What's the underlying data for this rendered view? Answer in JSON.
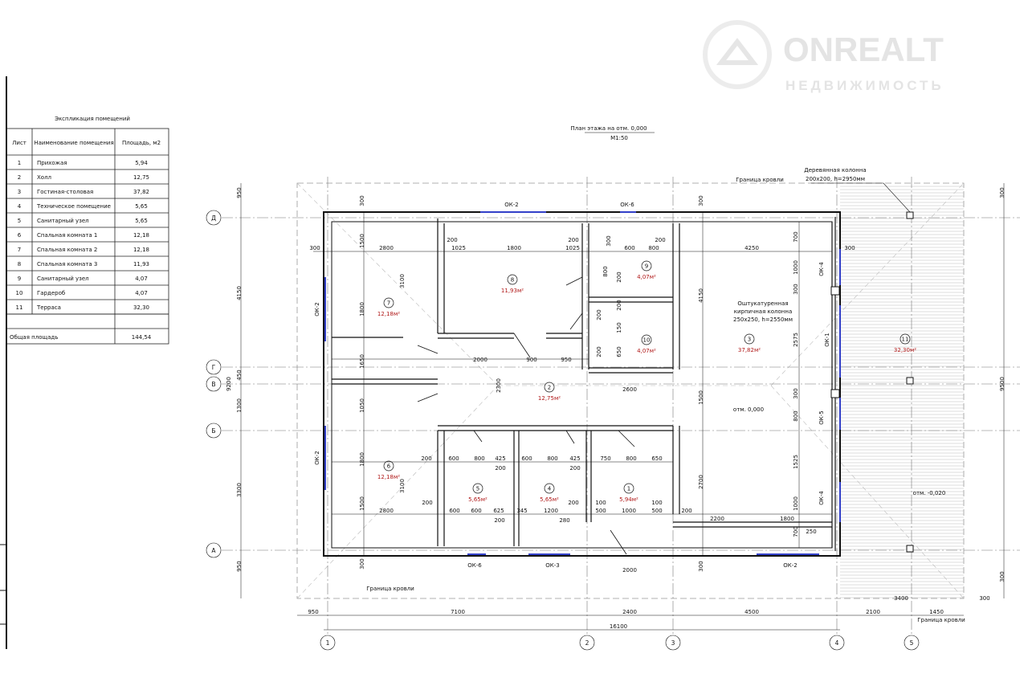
{
  "table": {
    "title": "Экспликация помещений",
    "headers": [
      "Лист",
      "Наименование помещения",
      "Площадь, м2"
    ],
    "rows": [
      [
        "1",
        "Прихожая",
        "5,94"
      ],
      [
        "2",
        "Холл",
        "12,75"
      ],
      [
        "3",
        "Гостиная-столовая",
        "37,82"
      ],
      [
        "4",
        "Техническое помещение",
        "5,65"
      ],
      [
        "5",
        "Санитарный узел",
        "5,65"
      ],
      [
        "6",
        "Спальная комната 1",
        "12,18"
      ],
      [
        "7",
        "Спальная комната 2",
        "12,18"
      ],
      [
        "8",
        "Спальная комната 3",
        "11,93"
      ],
      [
        "9",
        "Санитарный узел",
        "4,07"
      ],
      [
        "10",
        "Гардероб",
        "4,07"
      ],
      [
        "11",
        "Терраса",
        "32,30"
      ]
    ],
    "total_label": "Общая площадь",
    "total_value": "144,54"
  },
  "plan": {
    "title": "План этажа на отм. 0,000",
    "scale": "М1:50",
    "axes_rows": [
      "Д",
      "Г",
      "В",
      "Б",
      "А"
    ],
    "axes_cols": [
      "1",
      "2",
      "3",
      "4",
      "5"
    ],
    "rooms": [
      {
        "num": "8",
        "area": "11,93м²"
      },
      {
        "num": "9",
        "area": "4,07м²"
      },
      {
        "num": "7",
        "area": "12,18м²"
      },
      {
        "num": "10",
        "area": "4,07м²"
      },
      {
        "num": "3",
        "area": "37,82м²"
      },
      {
        "num": "11",
        "area": "32,30м²"
      },
      {
        "num": "2",
        "area": "12,75м²"
      },
      {
        "num": "6",
        "area": "12,18м²"
      },
      {
        "num": "5",
        "area": "5,65м²"
      },
      {
        "num": "4",
        "area": "5,65м²"
      },
      {
        "num": "1",
        "area": "5,94м²"
      }
    ],
    "windows": [
      "ОК-2",
      "ОК-6",
      "ОК-2",
      "ОК-4",
      "ОК-1",
      "ОК-5",
      "ОК-2",
      "ОК-4",
      "ОК-6",
      "ОК-3",
      "ОК-2"
    ],
    "notes": {
      "roof_border": "Граница кровли",
      "wood_column_1": "Деревянная колонна",
      "wood_column_2": "200х200, h=2950мм",
      "brick_column_1": "Оштукатуренная",
      "brick_column_2": "кирпичная колонна",
      "brick_column_3": "250х250, h=2550мм",
      "level_main": "отм. 0,000",
      "level_terrace": "отм. -0,020"
    },
    "dims": [
      "950",
      "4150",
      "9200",
      "450",
      "1300",
      "3300",
      "950",
      "300",
      "1500",
      "1800",
      "1650",
      "1050",
      "1800",
      "1500",
      "300",
      "300",
      "9500",
      "300",
      "950",
      "7100",
      "2400",
      "4500",
      "2100",
      "1450",
      "16100",
      "3400",
      "300",
      "2000",
      "300",
      "2800",
      "200",
      "1025",
      "1800",
      "200",
      "1025",
      "600",
      "800",
      "200",
      "4250",
      "300",
      "2000",
      "900",
      "950",
      "2600",
      "200",
      "600",
      "800",
      "425",
      "200",
      "600",
      "800",
      "425",
      "200",
      "750",
      "800",
      "650",
      "2800",
      "200",
      "600",
      "600",
      "625",
      "345",
      "1200",
      "200",
      "100",
      "500",
      "1000",
      "100",
      "500",
      "200",
      "2200",
      "1800",
      "250",
      "280",
      "200",
      "700",
      "1000",
      "300",
      "2575",
      "300",
      "800",
      "1525",
      "1000",
      "700",
      "300",
      "4150",
      "1500",
      "2700",
      "300",
      "3100",
      "2300",
      "3100",
      "800",
      "200",
      "200",
      "200",
      "150",
      "200",
      "650",
      "300"
    ]
  },
  "watermark": {
    "brand": "ONREALT",
    "sub": "НЕДВИЖИМОСТЬ"
  }
}
